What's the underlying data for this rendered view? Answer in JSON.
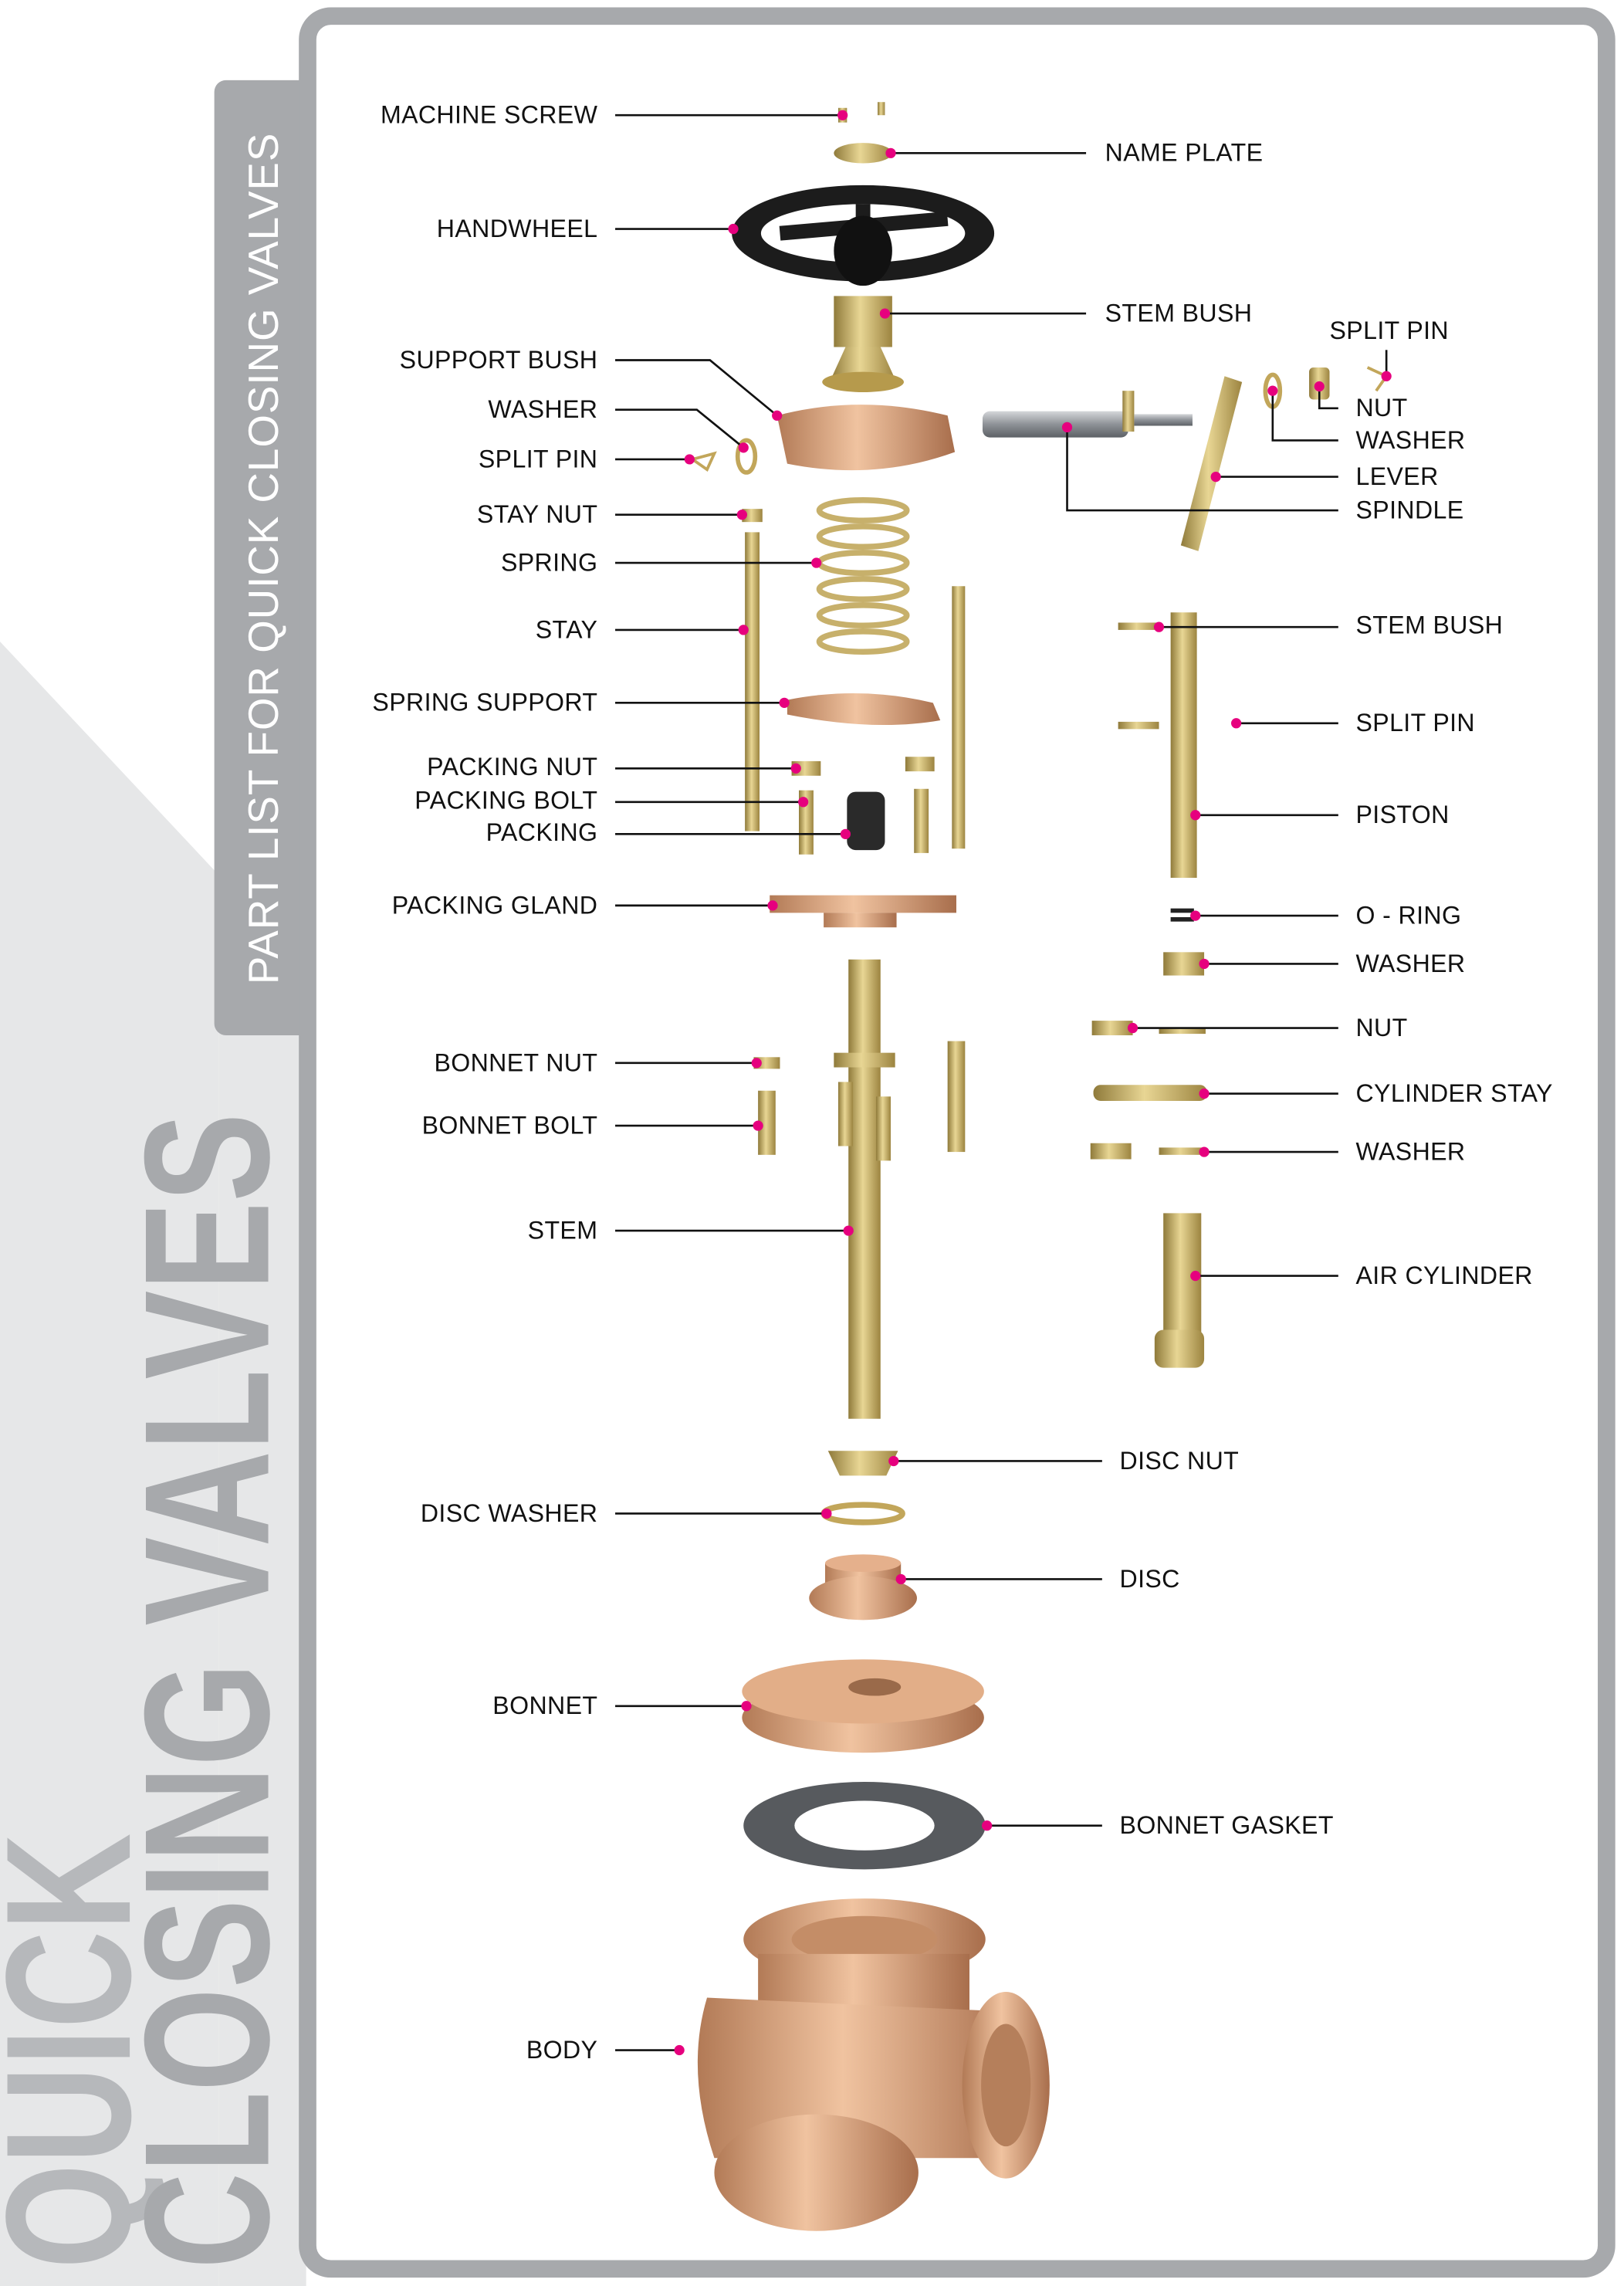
{
  "side_title": "PART LIST FOR QUICK CLOSING VALVES",
  "big_title": {
    "line1": "QUICK",
    "line2": "CLOSING VALVES"
  },
  "colors": {
    "frame": "#a7a9ac",
    "background_tint": "#e6e7e8",
    "callout_dot": "#e6007e",
    "brass": "#c8ad5e",
    "bronze": "#d9a27c",
    "handwheel": "#1a1a1a"
  },
  "left_labels": [
    "MACHINE SCREW",
    "HANDWHEEL",
    "SUPPORT BUSH",
    "WASHER",
    "SPLIT PIN",
    "STAY NUT",
    "SPRING",
    "STAY",
    "SPRING SUPPORT",
    "PACKING NUT",
    "PACKING BOLT",
    "PACKING",
    "PACKING GLAND",
    "BONNET NUT",
    "BONNET BOLT",
    "STEM",
    "DISC WASHER",
    "BONNET",
    "BODY"
  ],
  "center_right_labels": [
    "NAME PLATE",
    "STEM BUSH",
    "DISC NUT",
    "DISC",
    "BONNET GASKET"
  ],
  "right_labels": [
    "SPLIT PIN",
    "NUT",
    "WASHER",
    "LEVER",
    "SPINDLE",
    "STEM BUSH",
    "SPLIT PIN",
    "PISTON",
    "O - RING",
    "WASHER",
    "NUT",
    "CYLINDER STAY",
    "WASHER",
    "AIR CYLINDER"
  ]
}
